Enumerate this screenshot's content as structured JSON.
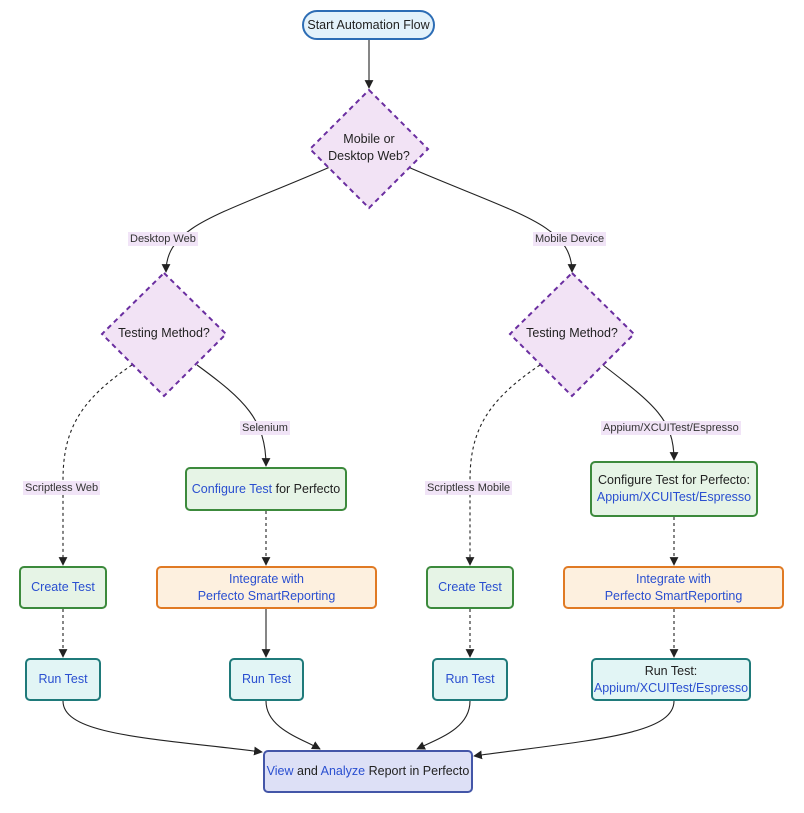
{
  "start": "Start Automation Flow",
  "decision_platform": {
    "line1": "Mobile or",
    "line2": "Desktop Web?"
  },
  "decision_desktop_method": "Testing Method?",
  "decision_mobile_method": "Testing Method?",
  "edge_labels": {
    "desktop_web": "Desktop Web",
    "mobile_device": "Mobile Device",
    "selenium": "Selenium",
    "appium": "Appium/XCUITest/Espresso",
    "scriptless_web": "Scriptless Web",
    "scriptless_mobile": "Scriptless Mobile"
  },
  "configure_desktop": {
    "link": "Configure Test",
    "rest": " for Perfecto"
  },
  "configure_mobile": {
    "line1": "Configure Test for Perfecto:",
    "line2": "Appium/XCUITest/Espresso"
  },
  "integrate_desktop": {
    "line1": "Integrate with",
    "line2": "Perfecto SmartReporting"
  },
  "integrate_mobile": {
    "line1": "Integrate with",
    "line2": "Perfecto SmartReporting"
  },
  "create_test_web": "Create Test",
  "create_test_mobile": "Create Test",
  "run_test_web": "Run Test",
  "run_test_selenium": "Run Test",
  "run_test_mobile": "Run Test",
  "run_test_appium": {
    "line1": "Run Test:",
    "line2": "Appium/XCUITest/Espresso"
  },
  "final": {
    "link1": "View",
    "mid": " and ",
    "link2": "Analyze",
    "rest": " Report in Perfecto"
  },
  "colors": {
    "decision_fill": "#f2e3f5",
    "decision_border": "#6a2ea0",
    "link_text": "#2a4fd0",
    "edge": "#222222"
  }
}
